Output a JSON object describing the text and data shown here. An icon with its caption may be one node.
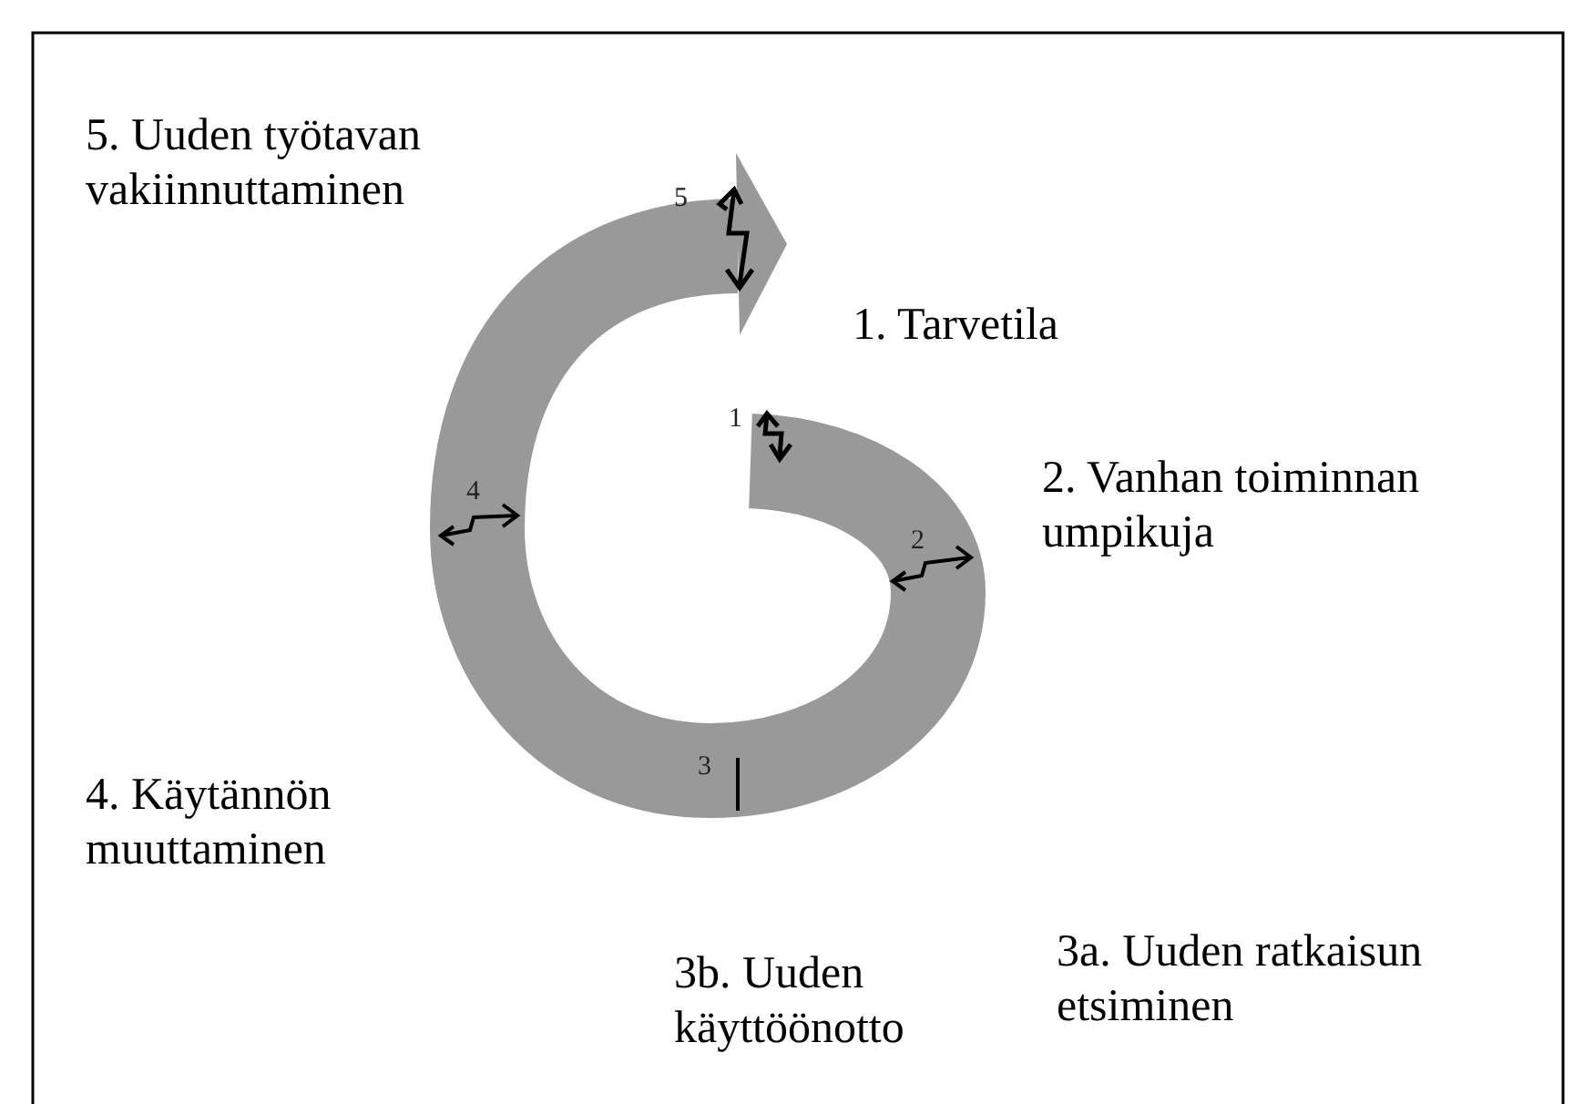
{
  "diagram": {
    "labels": [
      "5. Uuden työtavan vakiinnuttaminen",
      "5",
      "1. Tarvetila",
      "1",
      "4",
      "2. Vanhan toiminnan umpikuja",
      "2",
      "4. Käytännön muuttaminen",
      "3",
      "3a. Uuden ratkaisun etsiminen",
      "3b. Uuden käyttöönotto"
    ]
  }
}
